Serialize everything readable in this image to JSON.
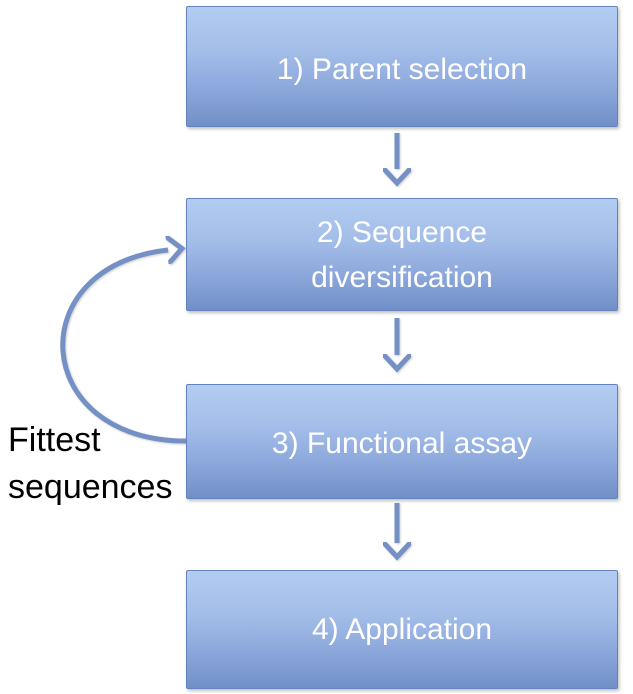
{
  "diagram": {
    "boxes": [
      {
        "label": "1) Parent selection",
        "lines": [
          "1) Parent selection"
        ]
      },
      {
        "label": "2) Sequence diversification",
        "lines": [
          "2) Sequence",
          "diversification"
        ]
      },
      {
        "label": "3) Functional assay",
        "lines": [
          "3) Functional assay"
        ]
      },
      {
        "label": "4) Application",
        "lines": [
          "4) Application"
        ]
      }
    ],
    "feedback": {
      "label": "Fittest sequences",
      "lines": [
        "Fittest",
        "sequences"
      ]
    },
    "icons": {
      "down_arrow": "↓",
      "loop_arrow": "↺"
    },
    "colors": {
      "background": "#ffffff",
      "box_gradient_top": "#b3ccf1",
      "box_gradient_bottom": "#7190c8",
      "box_border": "#6283bf",
      "box_text": "#ffffff",
      "arrow": "#7590c5",
      "feedback_text": "#000000"
    }
  }
}
